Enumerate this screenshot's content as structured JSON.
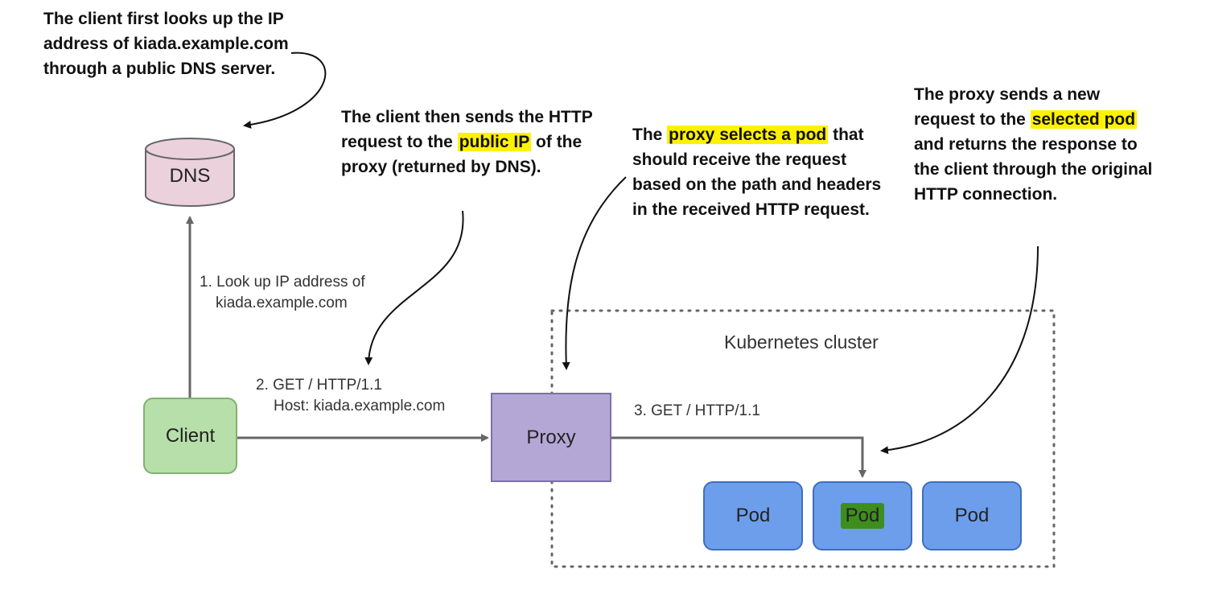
{
  "annotations": {
    "dns_lookup": [
      "The client first looks up the IP",
      "address of kiada.example.com",
      "through a public DNS server."
    ],
    "send_request": {
      "line1": "The client then sends the HTTP",
      "line2_pre": "request to the ",
      "line2_hl": "public IP",
      "line2_post": " of the",
      "line3": "proxy (returned by DNS)."
    },
    "proxy_selects": {
      "line1_pre": "The ",
      "line1_hl": "proxy selects a pod",
      "line1_post": " that",
      "line2": "should receive the request",
      "line3": "based on the path and headers",
      "line4": "in the received HTTP request."
    },
    "proxy_sends": {
      "line1": "The proxy sends a new",
      "line2_pre": "request to the ",
      "line2_hl": "selected pod",
      "line3": "and returns the response to",
      "line4": "the client through the original",
      "line5": "HTTP connection."
    }
  },
  "nodes": {
    "dns": "DNS",
    "client": "Client",
    "proxy": "Proxy",
    "pods": [
      "Pod",
      "Pod",
      "Pod"
    ]
  },
  "edges": {
    "lookup": [
      "1. Look up IP address of",
      "kiada.example.com"
    ],
    "get_client": [
      "2. GET / HTTP/1.1",
      "Host: kiada.example.com"
    ],
    "get_proxy": "3. GET / HTTP/1.1"
  },
  "cluster_label": "Kubernetes cluster",
  "colors": {
    "highlight": "#fff200",
    "client_fill": "#b7dfa9",
    "proxy_fill": "#b4a7d6",
    "pod_fill": "#6d9eeb",
    "dns_fill": "#ead1dc",
    "selected_pod_highlight": "#3e8e1e"
  }
}
